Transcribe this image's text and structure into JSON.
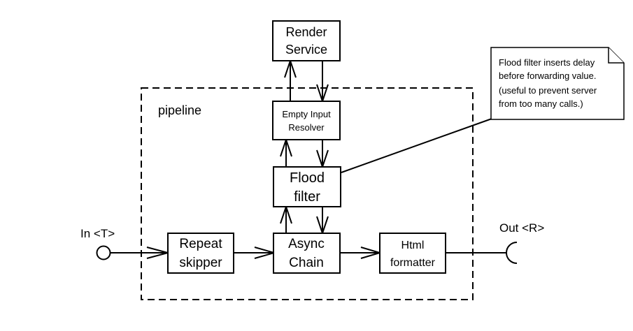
{
  "diagram": {
    "pipeline_label": "pipeline",
    "input_label": "In <T>",
    "output_label": "Out <R>",
    "nodes": {
      "render_service": [
        "Render",
        "Service"
      ],
      "empty_input_resolver": [
        "Empty Input",
        "Resolver"
      ],
      "flood_filter": [
        "Flood",
        "filter"
      ],
      "repeat_skipper": [
        "Repeat",
        "skipper"
      ],
      "async_chain": [
        "Async",
        "Chain"
      ],
      "html_formatter": [
        "Html",
        "formatter"
      ]
    },
    "note": {
      "lines": [
        "Flood filter inserts delay",
        "before forwarding value.",
        "(useful to prevent server",
        "from too many calls.)"
      ]
    }
  }
}
